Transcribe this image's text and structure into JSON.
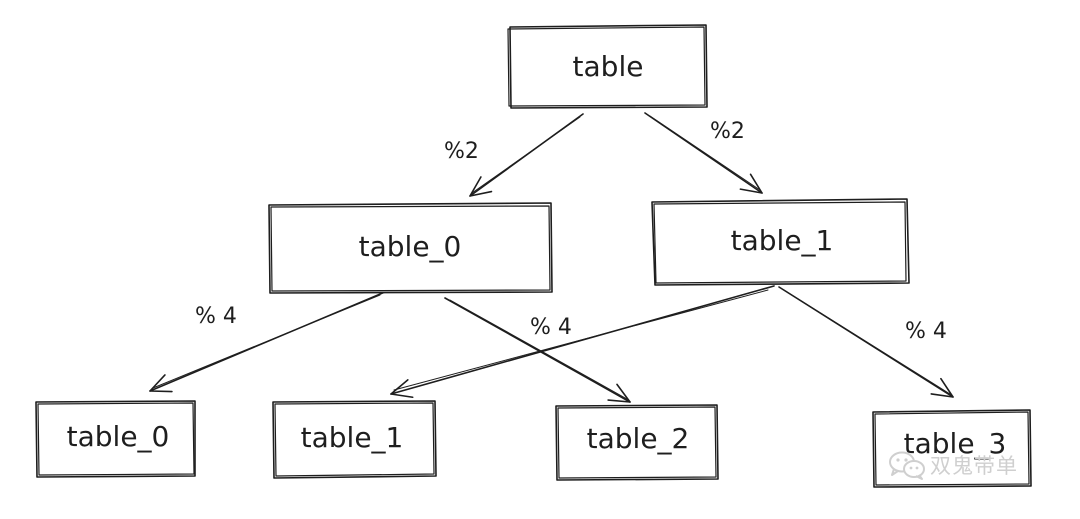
{
  "nodes": {
    "root": "table",
    "l1_0": "table_0",
    "l1_1": "table_1",
    "l2_0": "table_0",
    "l2_1": "table_1",
    "l2_2": "table_2",
    "l2_3": "table_3"
  },
  "edges": {
    "root_to_l1_0": "%2",
    "root_to_l1_1": "%2",
    "l1_0_to_l2_0": "% 4",
    "l1_0_to_l2_2": "% 4",
    "l1_1_to_l2_3": "% 4"
  },
  "watermark": {
    "text": "双鬼带单",
    "icon": "wechat-icon"
  },
  "colors": {
    "stroke": "#1e1e1e",
    "background": "#ffffff",
    "watermark": "#cfcfcf"
  }
}
